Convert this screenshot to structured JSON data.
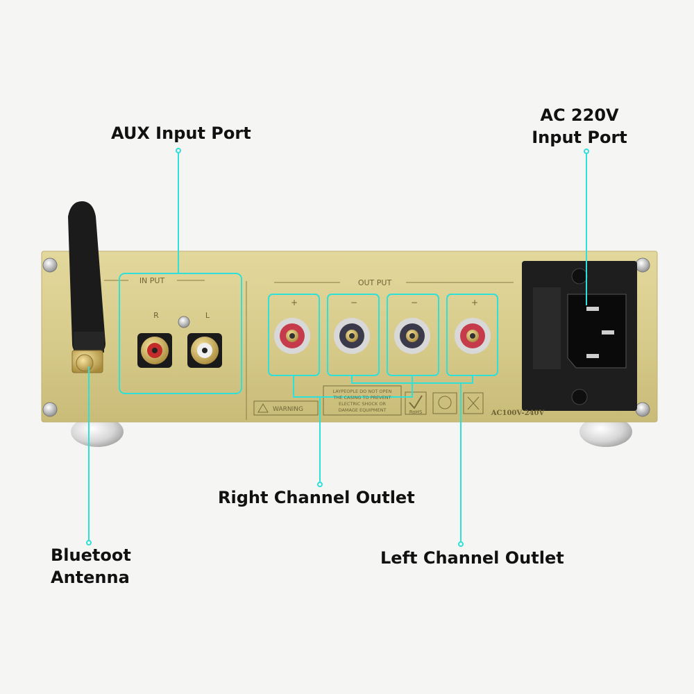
{
  "callouts": {
    "aux_input": "AUX Input Port",
    "ac_input": {
      "line1": "AC 220V",
      "line2": "Input Port"
    },
    "right_channel": "Right Channel Outlet",
    "left_channel": "Left Channel Outlet",
    "bluetooth": {
      "line1": "Bluetoot",
      "line2": "Antenna"
    }
  },
  "panel_markings": {
    "input_header": "IN PUT",
    "output_header": "OUT PUT",
    "rca_right": "R",
    "rca_left": "L",
    "polarity_plus": "+",
    "polarity_minus": "−",
    "warning_label": "WARNING",
    "caution_text": [
      "LAYPEOPLE DO NOT OPEN",
      "THE CASING TO PREVENT",
      "ELECTRIC SHOCK OR",
      "DAMAGE EQUIPMENT"
    ],
    "rohs": "RoHS",
    "voltage": "AC100V-240V"
  },
  "colors": {
    "background": "#f5f5f3",
    "panel": "#d8cc8c",
    "callout_line": "#2ee0d8",
    "text": "#111111"
  }
}
